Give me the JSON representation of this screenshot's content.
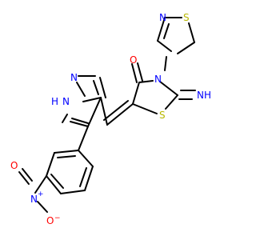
{
  "colors": {
    "background": "#ffffff",
    "bond": "#000000",
    "nitrogen": "#0000ff",
    "oxygen": "#ff0000",
    "sulfur": "#b8b800"
  },
  "atoms": {
    "thiazole_S": "S",
    "thiazole_N": "N",
    "carbonyl_O": "O",
    "ring_N": "N",
    "imino_NH": "NH",
    "thiazolidine_S": "S",
    "pyrazole_N": "N",
    "pyrazole_NH": "N",
    "pyrazole_H": "H",
    "nitro_N": "N",
    "nitro_plus": "+",
    "nitro_O_top": "O",
    "nitro_O_bottom": "O",
    "nitro_minus": "−"
  }
}
